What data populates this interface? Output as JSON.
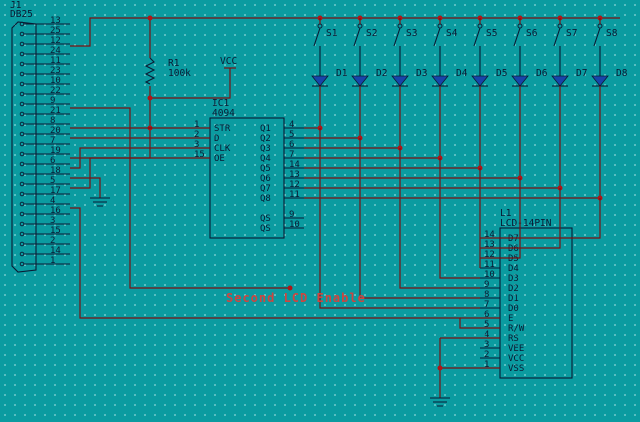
{
  "connector": {
    "ref": "J1",
    "type": "DB25",
    "pins_top": [
      "13",
      "25",
      "12",
      "24",
      "11",
      "23",
      "10",
      "22",
      "9",
      "21",
      "8",
      "20",
      "7",
      "19",
      "6",
      "18",
      "5",
      "17",
      "4",
      "16",
      "3",
      "15",
      "2",
      "14",
      "1"
    ]
  },
  "resistor": {
    "ref": "R1",
    "value": "100k"
  },
  "vcc": "VCC",
  "ic": {
    "ref": "IC1",
    "part": "4094",
    "left_pins": [
      {
        "num": "1",
        "name": "STR"
      },
      {
        "num": "2",
        "name": "D"
      },
      {
        "num": "3",
        "name": "CLK"
      },
      {
        "num": "15",
        "name": "OE"
      }
    ],
    "right_pins": [
      {
        "num": "4",
        "name": "Q1"
      },
      {
        "num": "5",
        "name": "Q2"
      },
      {
        "num": "6",
        "name": "Q3"
      },
      {
        "num": "7",
        "name": "Q4"
      },
      {
        "num": "14",
        "name": "Q5"
      },
      {
        "num": "13",
        "name": "Q6"
      },
      {
        "num": "12",
        "name": "Q7"
      },
      {
        "num": "11",
        "name": "Q8"
      }
    ],
    "extra_pins": [
      {
        "num": "9",
        "name": "QS"
      },
      {
        "num": "10",
        "name": "QS"
      }
    ]
  },
  "switches": [
    "S1",
    "S2",
    "S3",
    "S4",
    "S5",
    "S6",
    "S7",
    "S8"
  ],
  "diodes": [
    "D1",
    "D2",
    "D3",
    "D4",
    "D5",
    "D6",
    "D7",
    "D8"
  ],
  "lcd": {
    "ref": "L1",
    "part": "LCD-14PIN",
    "pins": [
      {
        "num": "14",
        "name": "D7"
      },
      {
        "num": "13",
        "name": "D6"
      },
      {
        "num": "12",
        "name": "D5"
      },
      {
        "num": "11",
        "name": "D4"
      },
      {
        "num": "10",
        "name": "D3"
      },
      {
        "num": "9",
        "name": "D2"
      },
      {
        "num": "8",
        "name": "D1"
      },
      {
        "num": "7",
        "name": "D0"
      },
      {
        "num": "6",
        "name": "E"
      },
      {
        "num": "5",
        "name": "R/W"
      },
      {
        "num": "4",
        "name": "RS"
      },
      {
        "num": "3",
        "name": "VEE"
      },
      {
        "num": "2",
        "name": "VCC"
      },
      {
        "num": "1",
        "name": "VSS"
      }
    ]
  },
  "annotation": "Second LCD Enable"
}
